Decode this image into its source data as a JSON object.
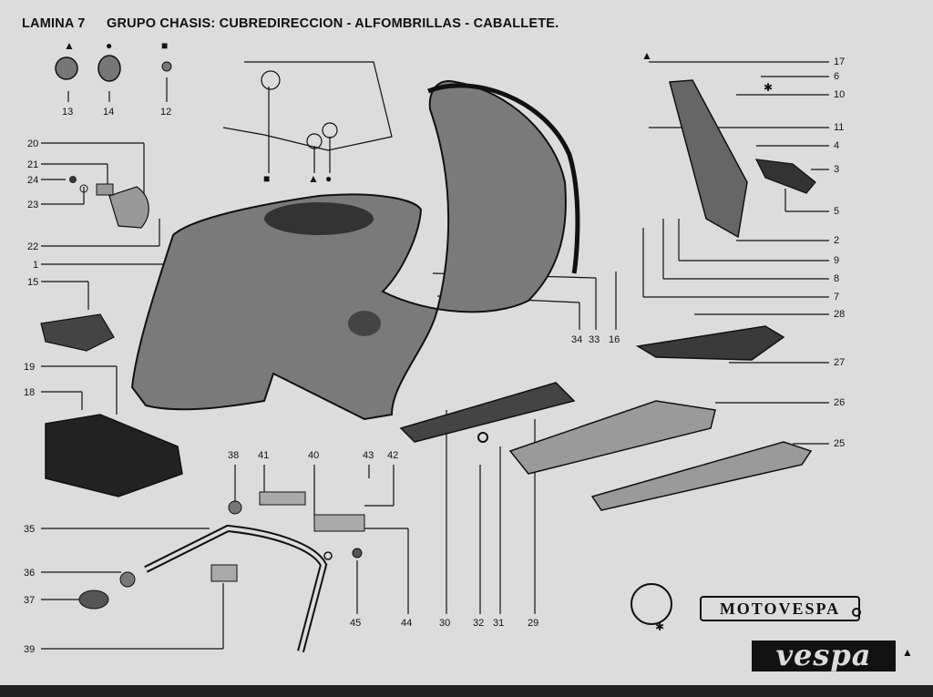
{
  "header": {
    "sheet": "LAMINA 7",
    "title": "GRUPO CHASIS: CUBREDIRECCION - ALFOMBRILLAS - CABALLETE."
  },
  "callouts": {
    "n1": "1",
    "n2": "2",
    "n3": "3",
    "n4": "4",
    "n5": "5",
    "n6": "6",
    "n7": "7",
    "n8": "8",
    "n9": "9",
    "n10": "10",
    "n11": "11",
    "n12": "12",
    "n13": "13",
    "n14": "14",
    "n15": "15",
    "n16": "16",
    "n17": "17",
    "n18": "18",
    "n19": "19",
    "n20": "20",
    "n21": "21",
    "n22": "22",
    "n23": "23",
    "n24": "24",
    "n25": "25",
    "n26": "26",
    "n27": "27",
    "n28": "28",
    "n29": "29",
    "n30": "30",
    "n31": "31",
    "n32": "32",
    "n33": "33",
    "n34": "34",
    "n35": "35",
    "n36": "36",
    "n37": "37",
    "n38": "38",
    "n39": "39",
    "n40": "40",
    "n41": "41",
    "n42": "42",
    "n43": "43",
    "n44": "44",
    "n45": "45"
  },
  "symbols": {
    "triangle": "▲",
    "circle": "●",
    "square": "■",
    "asterisk": "✱",
    "ring": "o"
  },
  "brands": {
    "motovespa": "MOTOVESPA",
    "vespa": "vespa"
  }
}
